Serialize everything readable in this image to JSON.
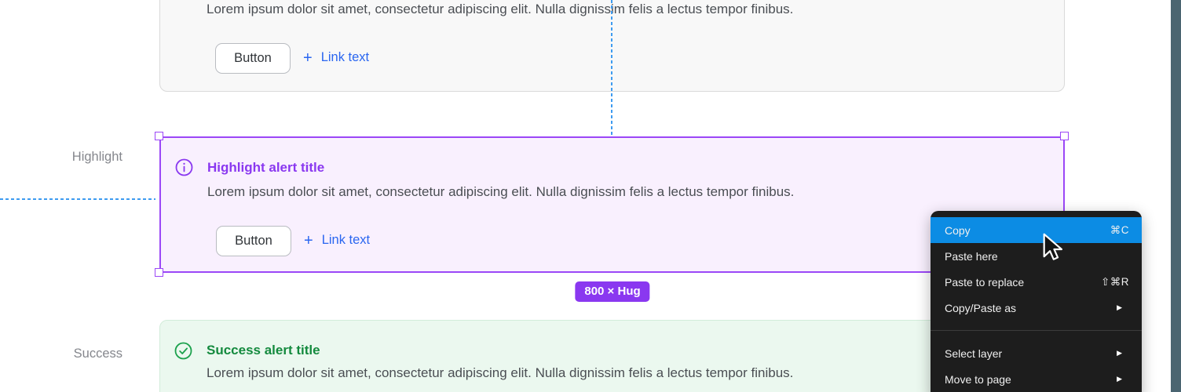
{
  "labels": {
    "highlight": "Highlight",
    "success": "Success"
  },
  "alerts": {
    "neutral": {
      "body": "Lorem ipsum dolor sit amet, consectetur adipiscing elit. Nulla dignissim felis a lectus tempor finibus.",
      "button_label": "Button",
      "link_label": "Link text"
    },
    "highlight": {
      "title": "Highlight alert title",
      "body": "Lorem ipsum dolor sit amet, consectetur adipiscing elit. Nulla dignissim felis a lectus tempor finibus.",
      "button_label": "Button",
      "link_label": "Link text"
    },
    "success": {
      "title": "Success alert title",
      "body": "Lorem ipsum dolor sit amet, consectetur adipiscing elit. Nulla dignissim felis a lectus tempor finibus."
    }
  },
  "selection": {
    "size_badge": "800 × Hug"
  },
  "context_menu": {
    "items": [
      {
        "label": "Copy",
        "shortcut": "⌘C",
        "active": true
      },
      {
        "label": "Paste here",
        "shortcut": ""
      },
      {
        "label": "Paste to replace",
        "shortcut": "⇧⌘R"
      },
      {
        "label": "Copy/Paste as",
        "submenu": true
      },
      {
        "separator": true
      },
      {
        "label": "Select layer",
        "submenu": true
      },
      {
        "label": "Move to page",
        "submenu": true
      }
    ]
  },
  "icons": {
    "plus": "+",
    "submenu_arrow": "▶"
  },
  "colors": {
    "selection_purple": "#9B47F7",
    "highlight_title": "#8A38F0",
    "highlight_bg": "#F9F0FE",
    "badge_bg": "#8A38F0",
    "success_green": "#148A3E",
    "success_bg": "#EBF8EF",
    "link_blue": "#2A66F0",
    "guide_blue": "#3E9BF0",
    "menu_bg": "#1D1D1D",
    "menu_highlight": "#0C8CE4",
    "side_strip": "#4B6571"
  }
}
